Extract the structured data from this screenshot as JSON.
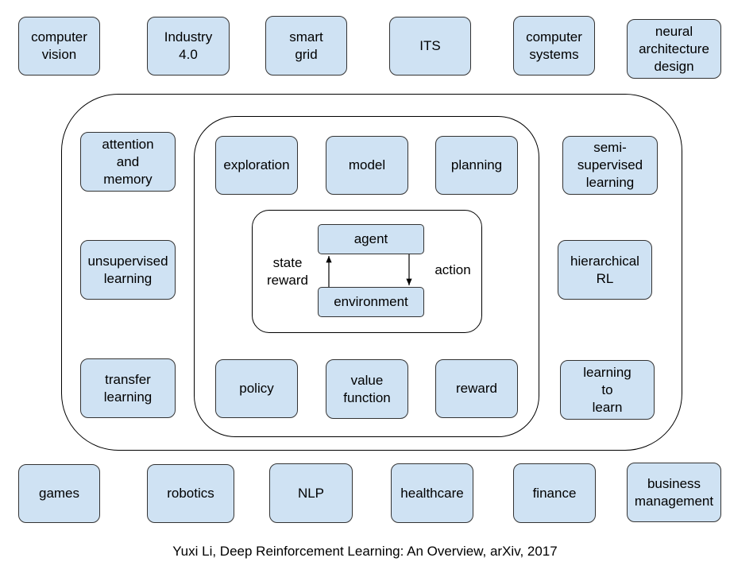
{
  "top_row": [
    "computer\nvision",
    "Industry\n4.0",
    "smart\ngrid",
    "ITS",
    "computer\nsystems",
    "neural\narchitecture\ndesign"
  ],
  "bottom_row": [
    "games",
    "robotics",
    "NLP",
    "healthcare",
    "finance",
    "business\nmanagement"
  ],
  "outer_left": [
    "attention\nand\nmemory",
    "unsupervised\nlearning",
    "transfer\nlearning"
  ],
  "outer_right": [
    "semi-\nsupervised\nlearning",
    "hierarchical\nRL",
    "learning\nto\nlearn"
  ],
  "inner_top": [
    "exploration",
    "model",
    "planning"
  ],
  "inner_bottom": [
    "policy",
    "value\nfunction",
    "reward"
  ],
  "core": {
    "agent": "agent",
    "environment": "environment",
    "left_label": "state\nreward",
    "right_label": "action"
  },
  "caption": "Yuxi Li, Deep Reinforcement Learning: An Overview, arXiv, 2017"
}
